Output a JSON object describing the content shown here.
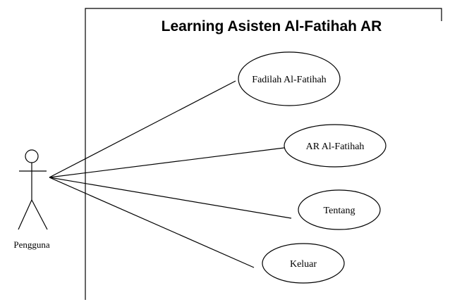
{
  "system": {
    "title": "Learning Asisten Al-Fatihah AR"
  },
  "actor": {
    "label": "Pengguna"
  },
  "use_cases": [
    {
      "label": "Fadilah Al-Fatihah"
    },
    {
      "label": "AR Al-Fatihah"
    },
    {
      "label": "Tentang"
    },
    {
      "label": "Keluar"
    }
  ]
}
